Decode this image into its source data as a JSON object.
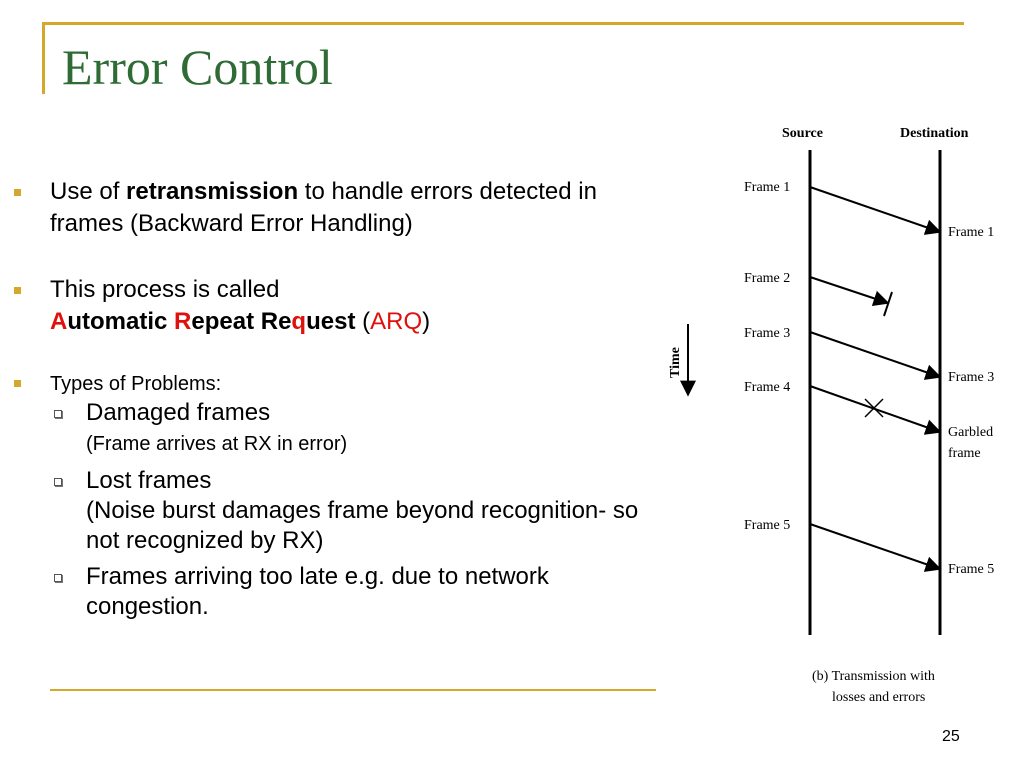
{
  "slide": {
    "title": "Error Control",
    "page_number": "25"
  },
  "bullets": {
    "b1": {
      "pre": "Use of ",
      "bold": "retransmission",
      "post": " to handle errors detected in frames (Backward Error Handling)"
    },
    "b2": {
      "line1": "This process is called",
      "arq_a": "A",
      "arq_utomatic": "utomatic ",
      "arq_r": "R",
      "arq_epeat": "epeat Re",
      "arq_q": "q",
      "arq_uest": "uest",
      "paren_open": " (",
      "arq_abbr": "ARQ",
      "paren_close": ")"
    },
    "b3": {
      "heading": "Types of Problems:",
      "items": [
        {
          "text": "Damaged frames",
          "note": "(Frame arrives at RX in error)"
        },
        {
          "text": "Lost frames",
          "note": "(Noise burst damages frame beyond recognition- so not recognized by RX)"
        },
        {
          "text": "Frames arriving too late e.g. due to network congestion.",
          "note": ""
        }
      ]
    }
  },
  "diagram": {
    "source_label": "Source",
    "destination_label": "Destination",
    "time_label": "Time",
    "sent": [
      "Frame 1",
      "Frame 2",
      "Frame 3",
      "Frame 4",
      "Frame 5"
    ],
    "received": {
      "f1": "Frame 1",
      "f3": "Frame 3",
      "garbled_1": "Garbled",
      "garbled_2": "frame",
      "f5": "Frame 5"
    },
    "caption_1": "(b) Transmission with",
    "caption_2": "losses and errors"
  }
}
